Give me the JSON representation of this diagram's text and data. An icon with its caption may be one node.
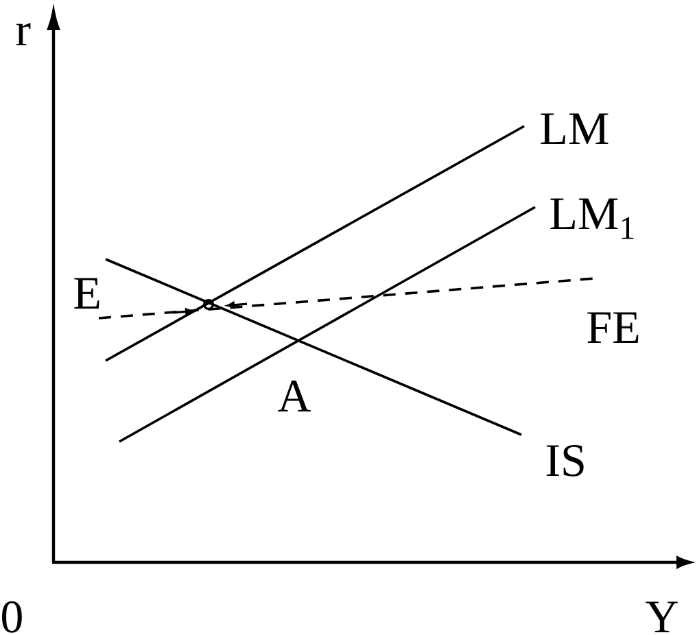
{
  "diagram": {
    "labels": [
      "r",
      "LM",
      "LM$_{1}$",
      "E",
      "FE",
      "A",
      "IS",
      "0",
      "Y"
    ]
  }
}
